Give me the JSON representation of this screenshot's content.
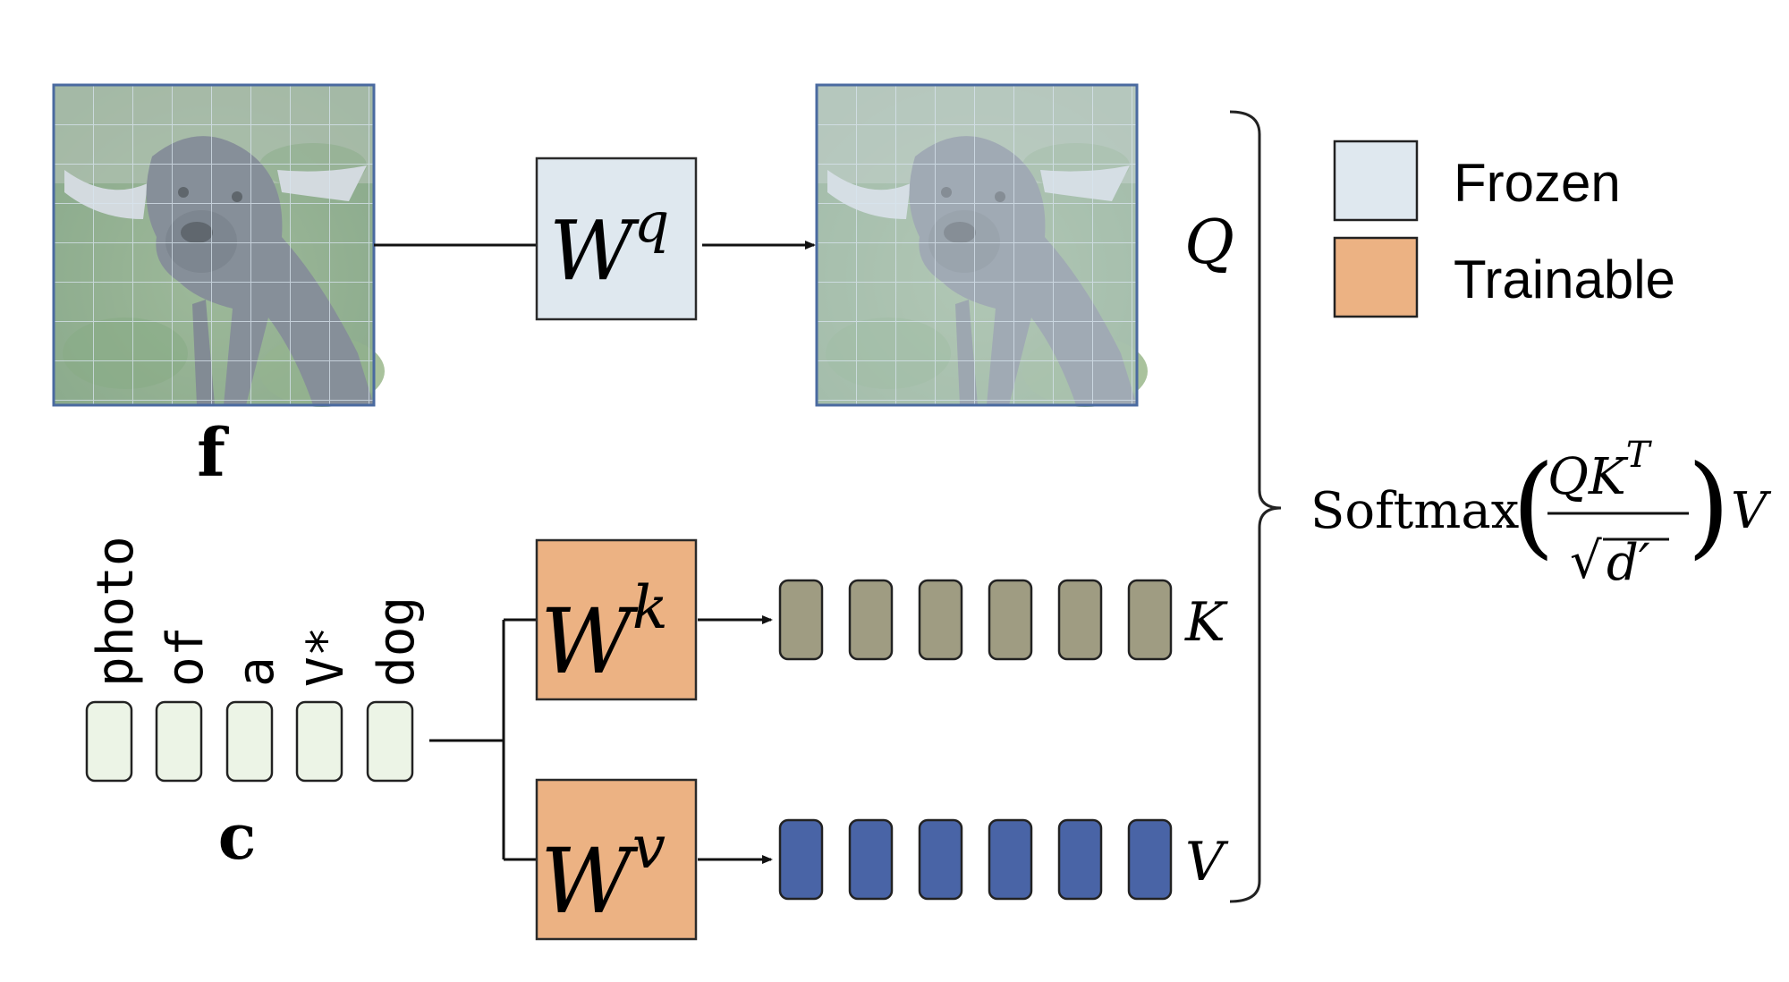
{
  "feature_label": "f",
  "text_label": "c",
  "tokens": [
    "photo",
    "of",
    "a",
    "V*",
    "dog"
  ],
  "weights": {
    "query": {
      "base": "W",
      "sup": "q"
    },
    "key": {
      "base": "W",
      "sup": "k"
    },
    "value": {
      "base": "W",
      "sup": "v"
    }
  },
  "outputs": {
    "q": "Q",
    "k": "K",
    "v": "V"
  },
  "formula": {
    "fn": "Softmax",
    "numerator_base": "QK",
    "numerator_sup": "T",
    "denominator": "d′",
    "suffix": "V"
  },
  "legend": {
    "frozen": "Frozen",
    "trainable": "Trainable"
  },
  "colors": {
    "frozen": "#dfe8ef",
    "trainable": "#ecb283",
    "key_token": "#9f9c82",
    "value_token": "#4964a6",
    "text_token": "#ecf4e6",
    "image_border": "#4a6aa0"
  }
}
